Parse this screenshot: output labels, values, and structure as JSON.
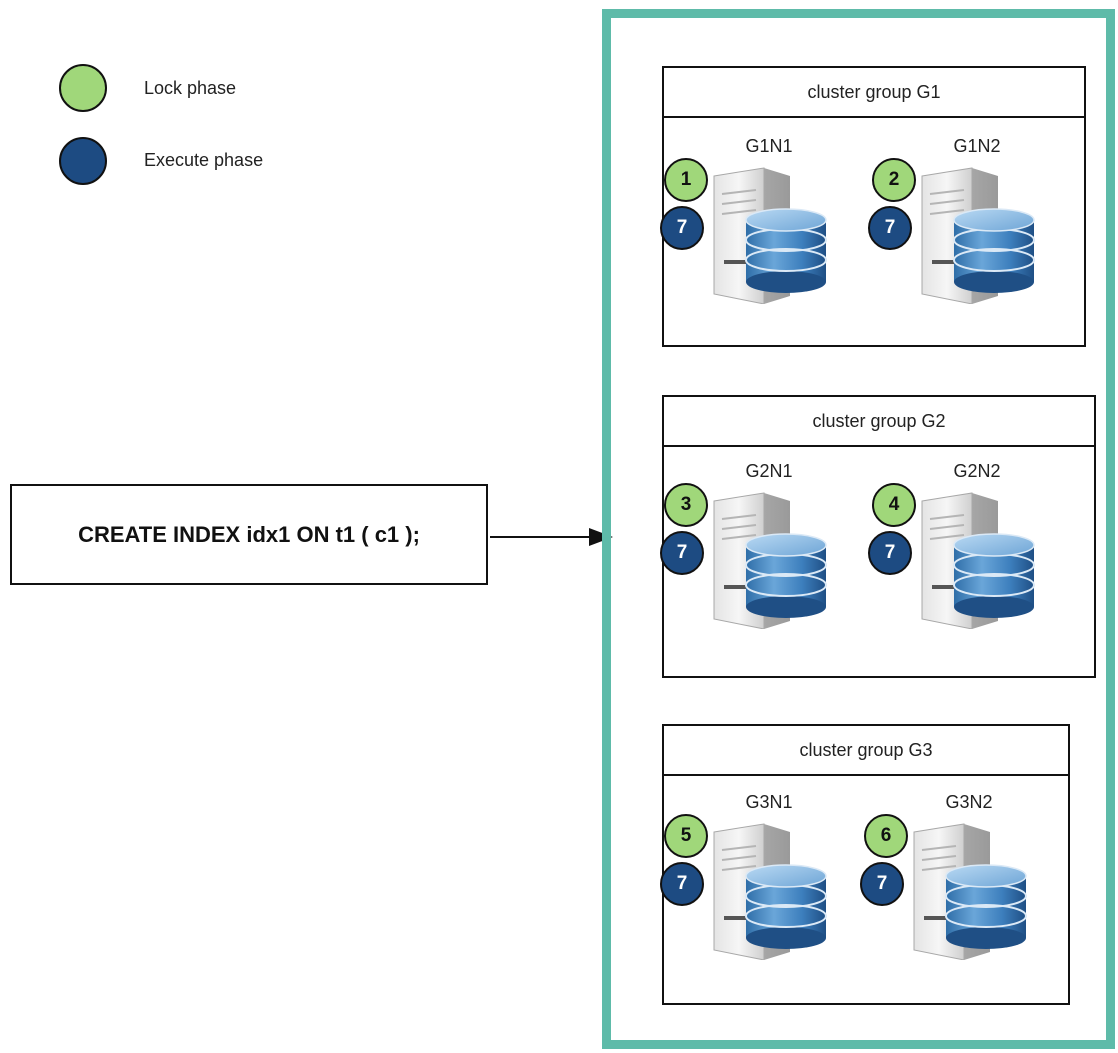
{
  "legend": [
    {
      "label": "Lock phase",
      "color": "#a0d77a"
    },
    {
      "label": "Execute phase",
      "color": "#1d4b82"
    }
  ],
  "statement": "CREATE INDEX idx1 ON t1 ( c1 );",
  "frame_color": "#5ebba9",
  "groups": [
    {
      "title": "cluster group G1",
      "nodes": [
        {
          "name": "G1N1",
          "lock_step": "1",
          "exec_step": "7"
        },
        {
          "name": "G1N2",
          "lock_step": "2",
          "exec_step": "7"
        }
      ]
    },
    {
      "title": "cluster group G2",
      "nodes": [
        {
          "name": "G2N1",
          "lock_step": "3",
          "exec_step": "7"
        },
        {
          "name": "G2N2",
          "lock_step": "4",
          "exec_step": "7"
        }
      ]
    },
    {
      "title": "cluster group G3",
      "nodes": [
        {
          "name": "G3N1",
          "lock_step": "5",
          "exec_step": "7"
        },
        {
          "name": "G3N2",
          "lock_step": "6",
          "exec_step": "7"
        }
      ]
    }
  ]
}
